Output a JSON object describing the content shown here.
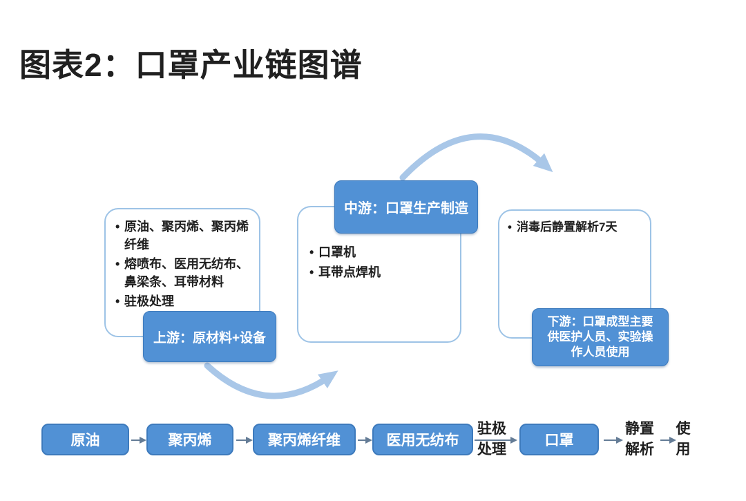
{
  "title": "图表2：口罩产业链图谱",
  "colors": {
    "accent_blue": "#5191D5",
    "accent_blue_dark": "#3D7ABC",
    "panel_border": "#9DC3E6",
    "curve_arrow": "#A9C7E8",
    "flow_arrow": "#647C96",
    "title_text": "#202020",
    "body_text": "#1F1F1F",
    "tag_text": "#FFFFFF"
  },
  "sections": {
    "upstream": {
      "tag": "上游：原材料+设备",
      "bullets": [
        "原油、聚丙烯、聚丙烯纤维",
        "熔喷布、医用无纺布、鼻梁条、耳带材料",
        "驻极处理"
      ]
    },
    "midstream": {
      "tag": "中游：口罩生产制造",
      "bullets": [
        "口罩机",
        "耳带点焊机"
      ]
    },
    "downstream": {
      "tag": "下游：口罩成型主要供医护人员、实验操作人员使用",
      "bullets": [
        "消毒后静置解析7天"
      ]
    }
  },
  "flow": {
    "steps": [
      {
        "type": "box",
        "text": "原油"
      },
      {
        "type": "box",
        "text": "聚丙烯"
      },
      {
        "type": "box",
        "text": "聚丙烯纤维"
      },
      {
        "type": "box",
        "text": "医用无纺布"
      },
      {
        "type": "label",
        "text": "驻极处理"
      },
      {
        "type": "box",
        "text": "口罩"
      },
      {
        "type": "label",
        "text": "静置解析"
      },
      {
        "type": "label",
        "text": "使用"
      }
    ]
  }
}
